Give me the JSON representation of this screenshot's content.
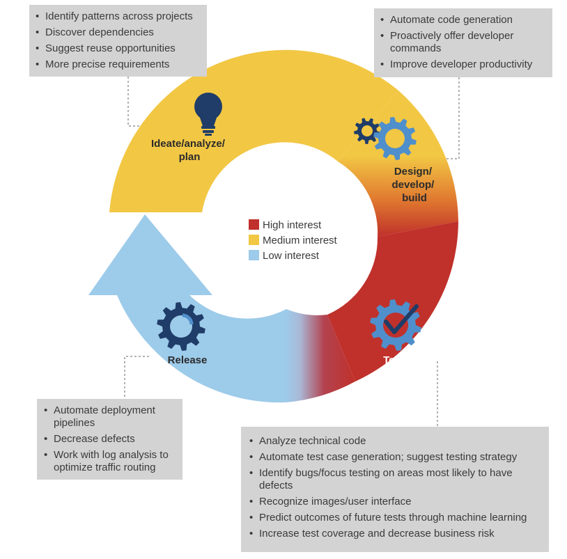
{
  "stages": {
    "ideate": {
      "label_lines": [
        "Ideate/analyze/",
        "plan"
      ]
    },
    "design": {
      "label_lines": [
        "Design/",
        "develop/",
        "build"
      ]
    },
    "test": {
      "label_lines": [
        "Test"
      ]
    },
    "release": {
      "label_lines": [
        "Release"
      ]
    }
  },
  "legend": {
    "items": [
      {
        "label": "High interest",
        "color": "#c0312b"
      },
      {
        "label": "Medium interest",
        "color": "#f2c744"
      },
      {
        "label": "Low interest",
        "color": "#9dcbea"
      }
    ]
  },
  "boxes": {
    "ideate": [
      "Identify patterns across projects",
      "Discover dependencies",
      "Suggest reuse opportunities",
      "More precise requirements"
    ],
    "design": [
      "Automate code generation",
      "Proactively offer developer commands",
      "Improve developer productivity"
    ],
    "release": [
      "Automate deployment pipelines",
      "Decrease defects",
      "Work with log analysis to optimize traffic routing"
    ],
    "test": [
      "Analyze technical code",
      "Automate test case generation; suggest testing strategy",
      "Identify bugs/focus testing on areas most likely to have defects",
      "Recognize images/user interface",
      "Predict outcomes of future tests through machine learning",
      "Increase test coverage and decrease business risk"
    ]
  },
  "colors": {
    "high": "#c0312b",
    "medium": "#f2c744",
    "low": "#9dcbea",
    "navy": "#1f3d68",
    "gear_blue": "#4f8fcc",
    "box_bg": "#d3d3d3"
  }
}
